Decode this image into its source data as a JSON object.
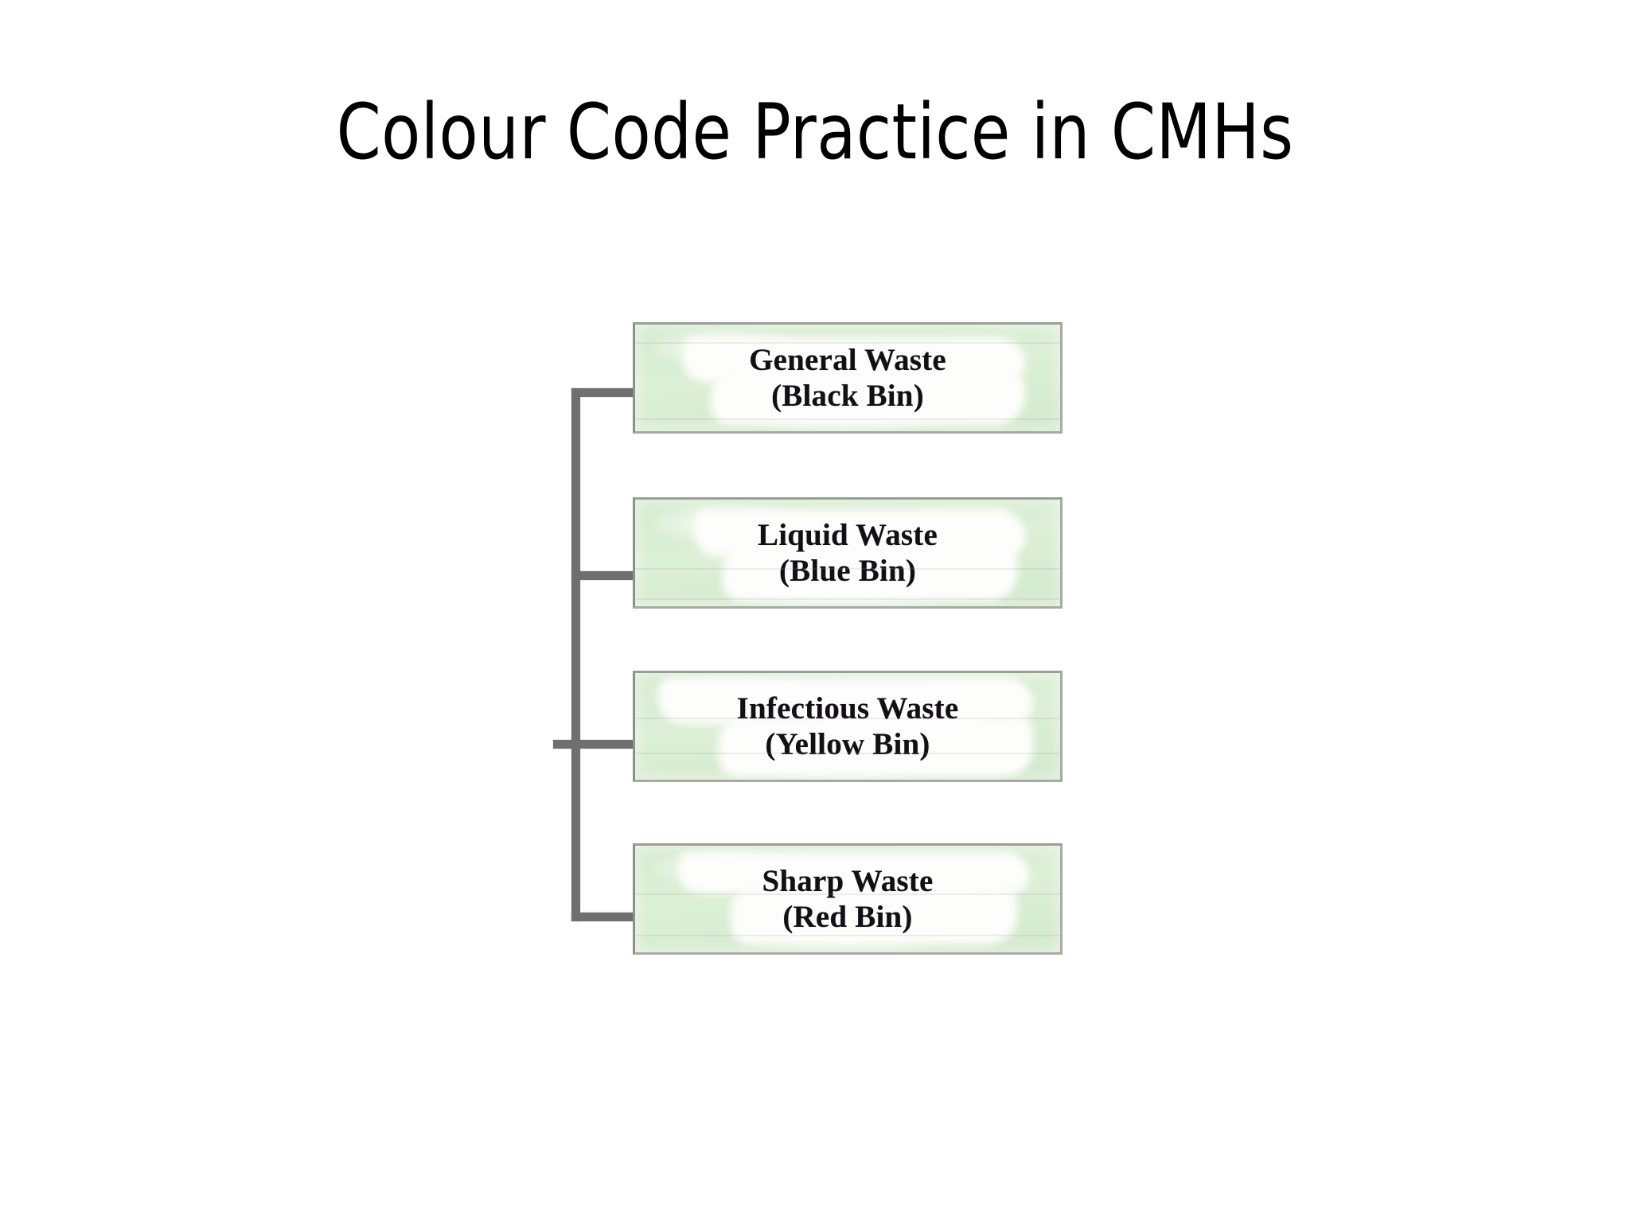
{
  "slide": {
    "title": "Colour Code Practice in CMHs",
    "background_color": "#ffffff",
    "title_color": "#000000"
  },
  "diagram": {
    "type": "bracket-list",
    "connector_color": "#6f6f6f",
    "box_fill_color": "#d8ecd2",
    "box_border_color": "#a8aaa6",
    "box_text_color": "#121016",
    "items": [
      {
        "name": "General Waste",
        "bin": "(Black Bin)",
        "bin_colour": "Black"
      },
      {
        "name": "Liquid Waste",
        "bin": "(Blue Bin)",
        "bin_colour": "Blue"
      },
      {
        "name": "Infectious Waste",
        "bin": "(Yellow Bin)",
        "bin_colour": "Yellow"
      },
      {
        "name": "Sharp Waste",
        "bin": "(Red Bin)",
        "bin_colour": "Red"
      }
    ]
  }
}
